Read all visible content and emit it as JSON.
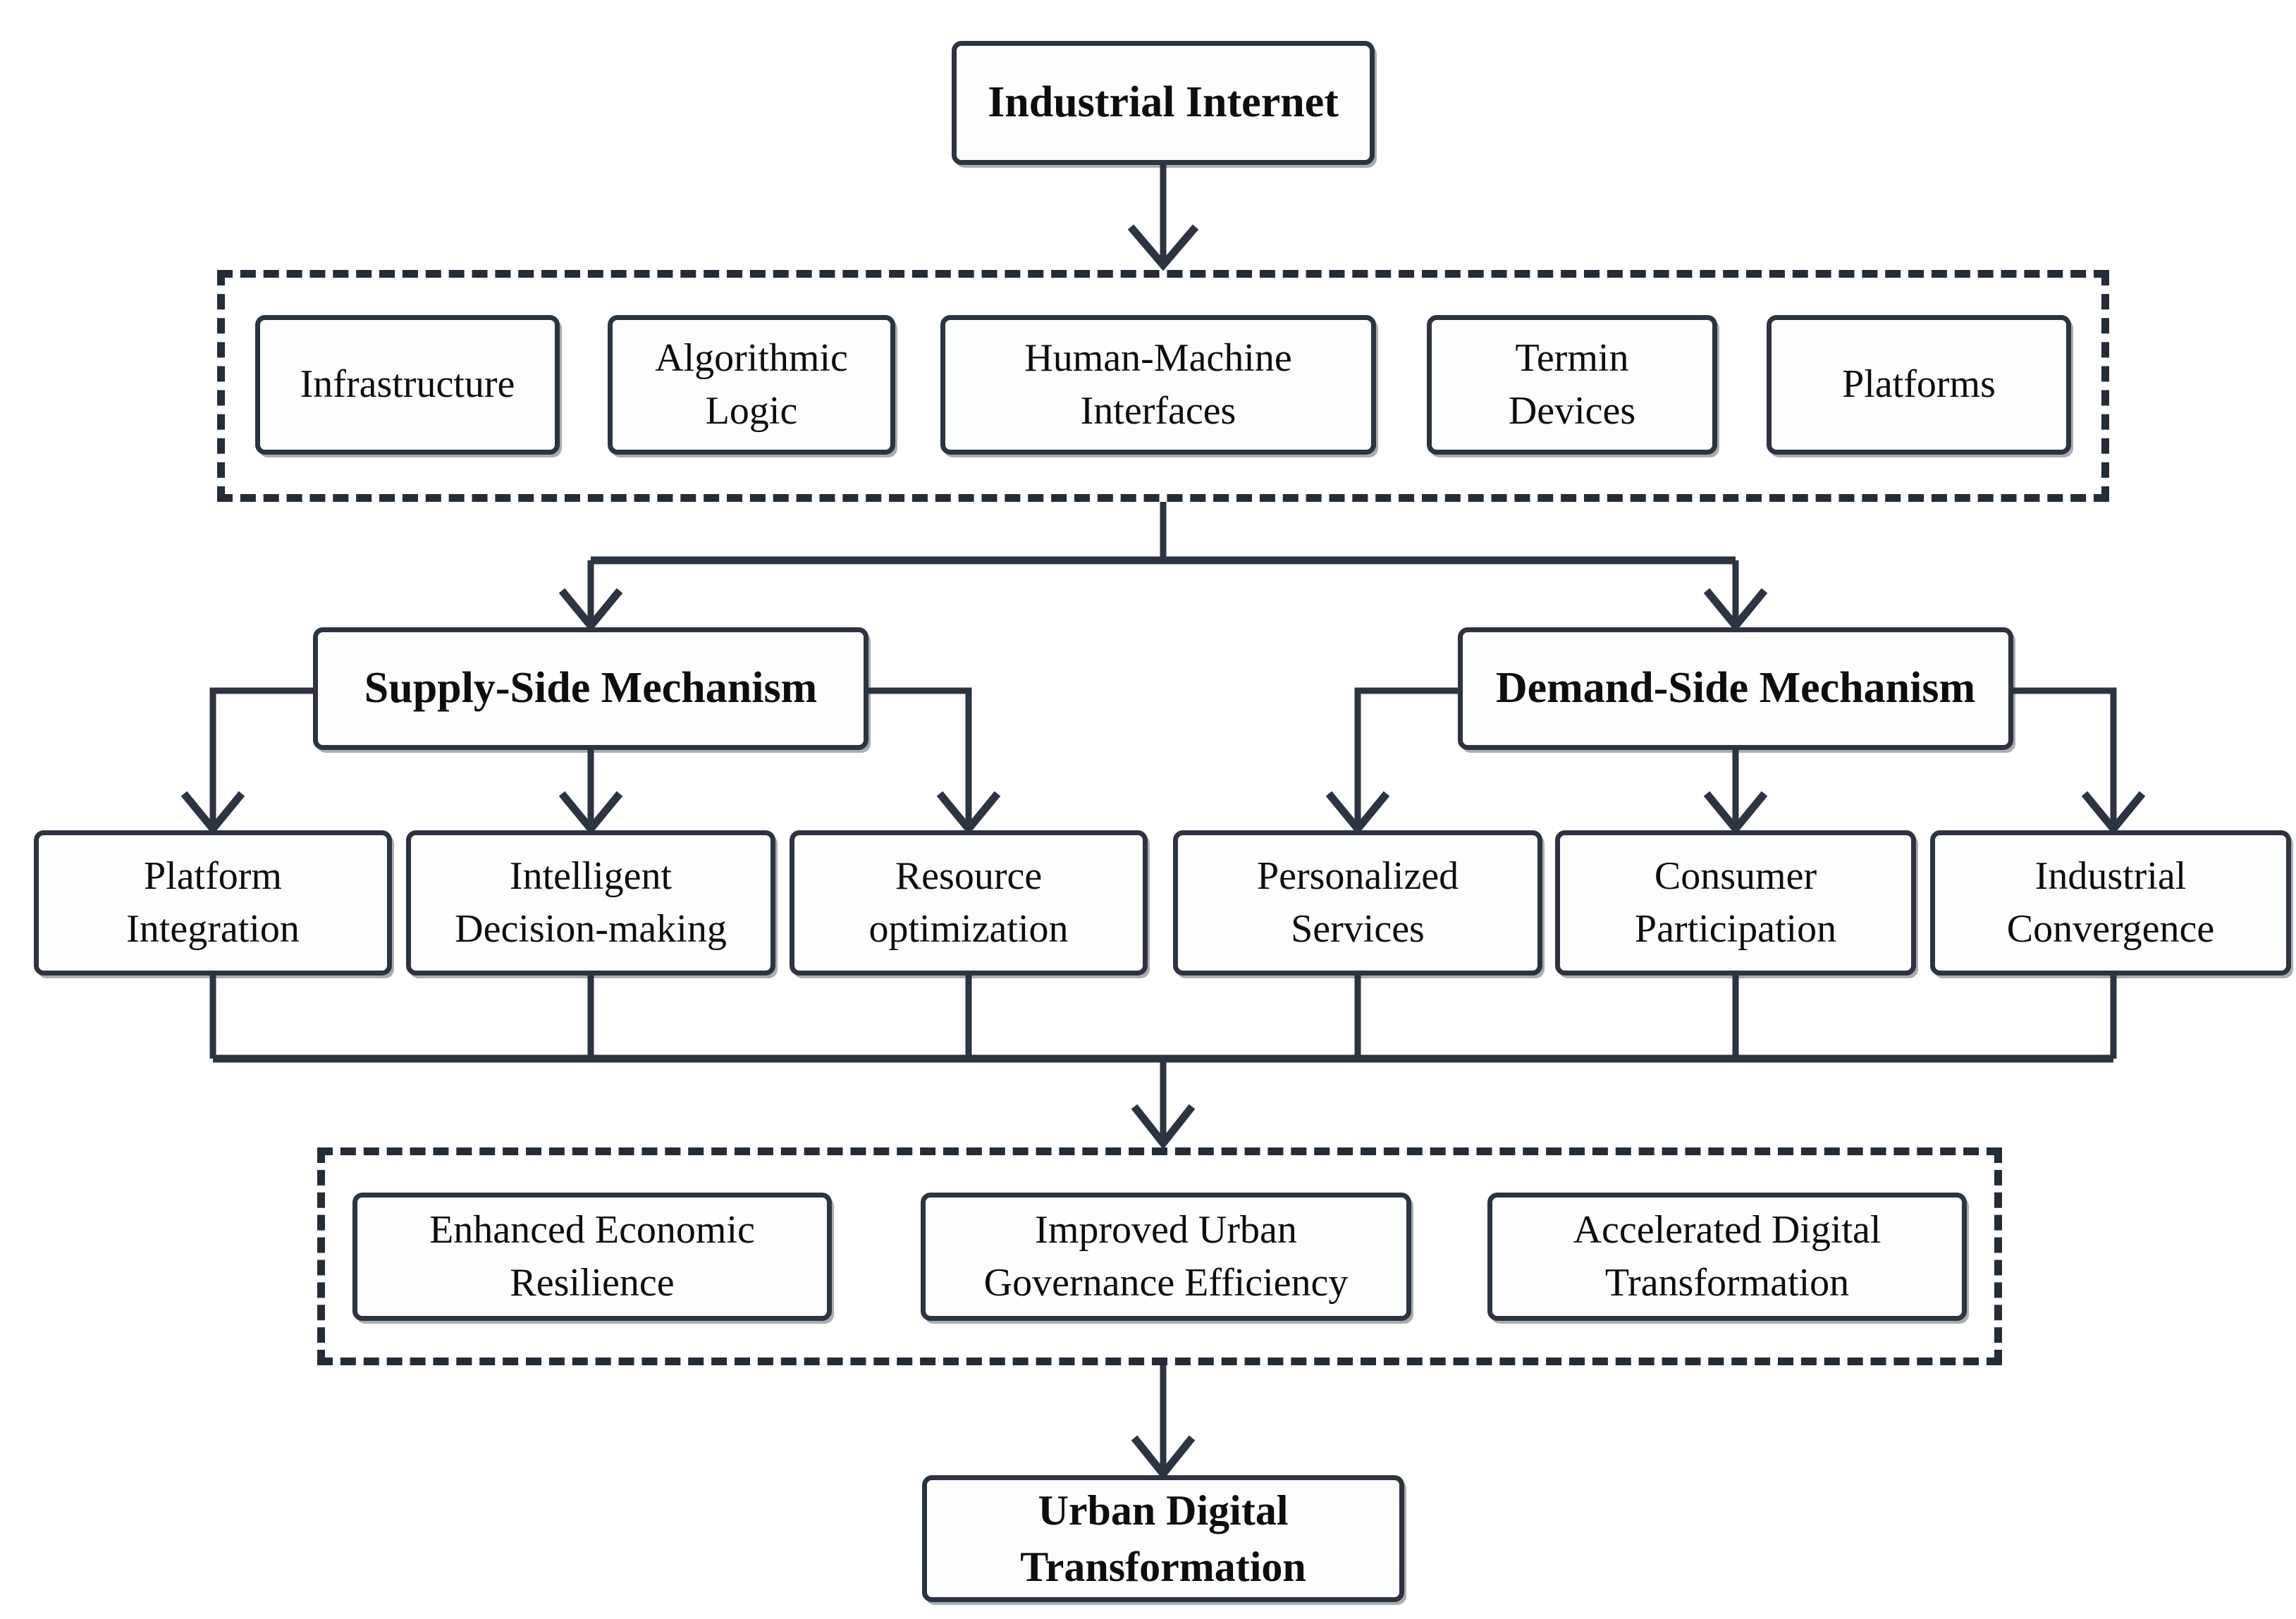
{
  "diagram": {
    "title_node": {
      "label": "Industrial Internet"
    },
    "enabler_group": {
      "name": "industrial-internet-enablers",
      "items": [
        {
          "label": "Infrastructure"
        },
        {
          "label": "Algorithmic\nLogic"
        },
        {
          "label": "Human-Machine\nInterfaces"
        },
        {
          "label": "Termin\nDevices"
        },
        {
          "label": "Platforms"
        }
      ]
    },
    "mechanisms": [
      {
        "label": "Supply-Side Mechanism"
      },
      {
        "label": "Demand-Side Mechanism"
      }
    ],
    "channels": [
      {
        "label": "Platform\nIntegration"
      },
      {
        "label": "Intelligent\nDecision-making"
      },
      {
        "label": "Resource\noptimization"
      },
      {
        "label": "Personalized\nServices"
      },
      {
        "label": "Consumer\nParticipation"
      },
      {
        "label": "Industrial\nConvergence"
      }
    ],
    "outcome_group": {
      "name": "outcomes",
      "items": [
        {
          "label": "Enhanced Economic\nResilience"
        },
        {
          "label": "Improved Urban\nGovernance Efficiency"
        },
        {
          "label": "Accelerated Digital\nTransformation"
        }
      ]
    },
    "final_node": {
      "label": "Urban Digital\nTransformation"
    },
    "colors": {
      "stroke": "#2b3440",
      "dashed_stroke": "#232c37",
      "node_fill": "#fcfdfd",
      "text": "#0b0d10",
      "background": "#ffffff"
    }
  }
}
